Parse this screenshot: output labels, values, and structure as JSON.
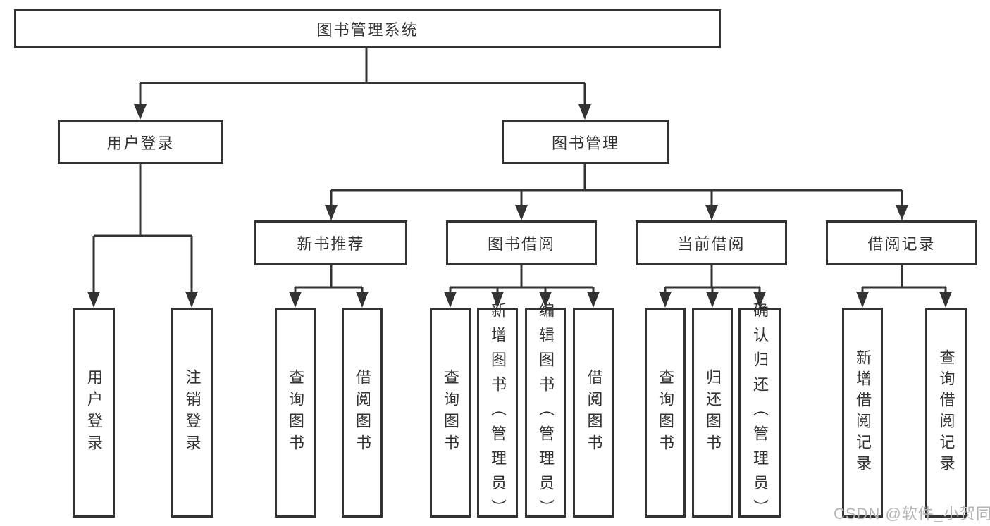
{
  "diagram": {
    "title": "图书管理系统",
    "root": {
      "label": "图书管理系统"
    },
    "level2": [
      {
        "label": "用户登录"
      },
      {
        "label": "图书管理"
      }
    ],
    "level3": [
      {
        "label": "新书推荐"
      },
      {
        "label": "图书借阅"
      },
      {
        "label": "当前借阅"
      },
      {
        "label": "借阅记录"
      }
    ],
    "leaves": [
      {
        "label": "用户登录",
        "parent": "用户登录"
      },
      {
        "label": "注销登录",
        "parent": "用户登录"
      },
      {
        "label": "查询图书",
        "parent": "新书推荐"
      },
      {
        "label": "借阅图书",
        "parent": "新书推荐"
      },
      {
        "label": "查询图书",
        "parent": "图书借阅"
      },
      {
        "label": "新增图书（管理员）",
        "parent": "图书借阅"
      },
      {
        "label": "编辑图书（管理员）",
        "parent": "图书借阅"
      },
      {
        "label": "借阅图书",
        "parent": "图书借阅"
      },
      {
        "label": "查询图书",
        "parent": "当前借阅"
      },
      {
        "label": "归还图书",
        "parent": "当前借阅"
      },
      {
        "label": "确认归还（管理员）",
        "parent": "当前借阅"
      },
      {
        "label": "新增借阅记录",
        "parent": "借阅记录"
      },
      {
        "label": "查询借阅记录",
        "parent": "借阅记录"
      }
    ],
    "watermark": "CSDN @软件_小贺同学",
    "colors": {
      "line": "#333333",
      "border": "#333333",
      "text": "#333333",
      "background": "#ffffff",
      "watermark": "#b3b3b3"
    }
  }
}
